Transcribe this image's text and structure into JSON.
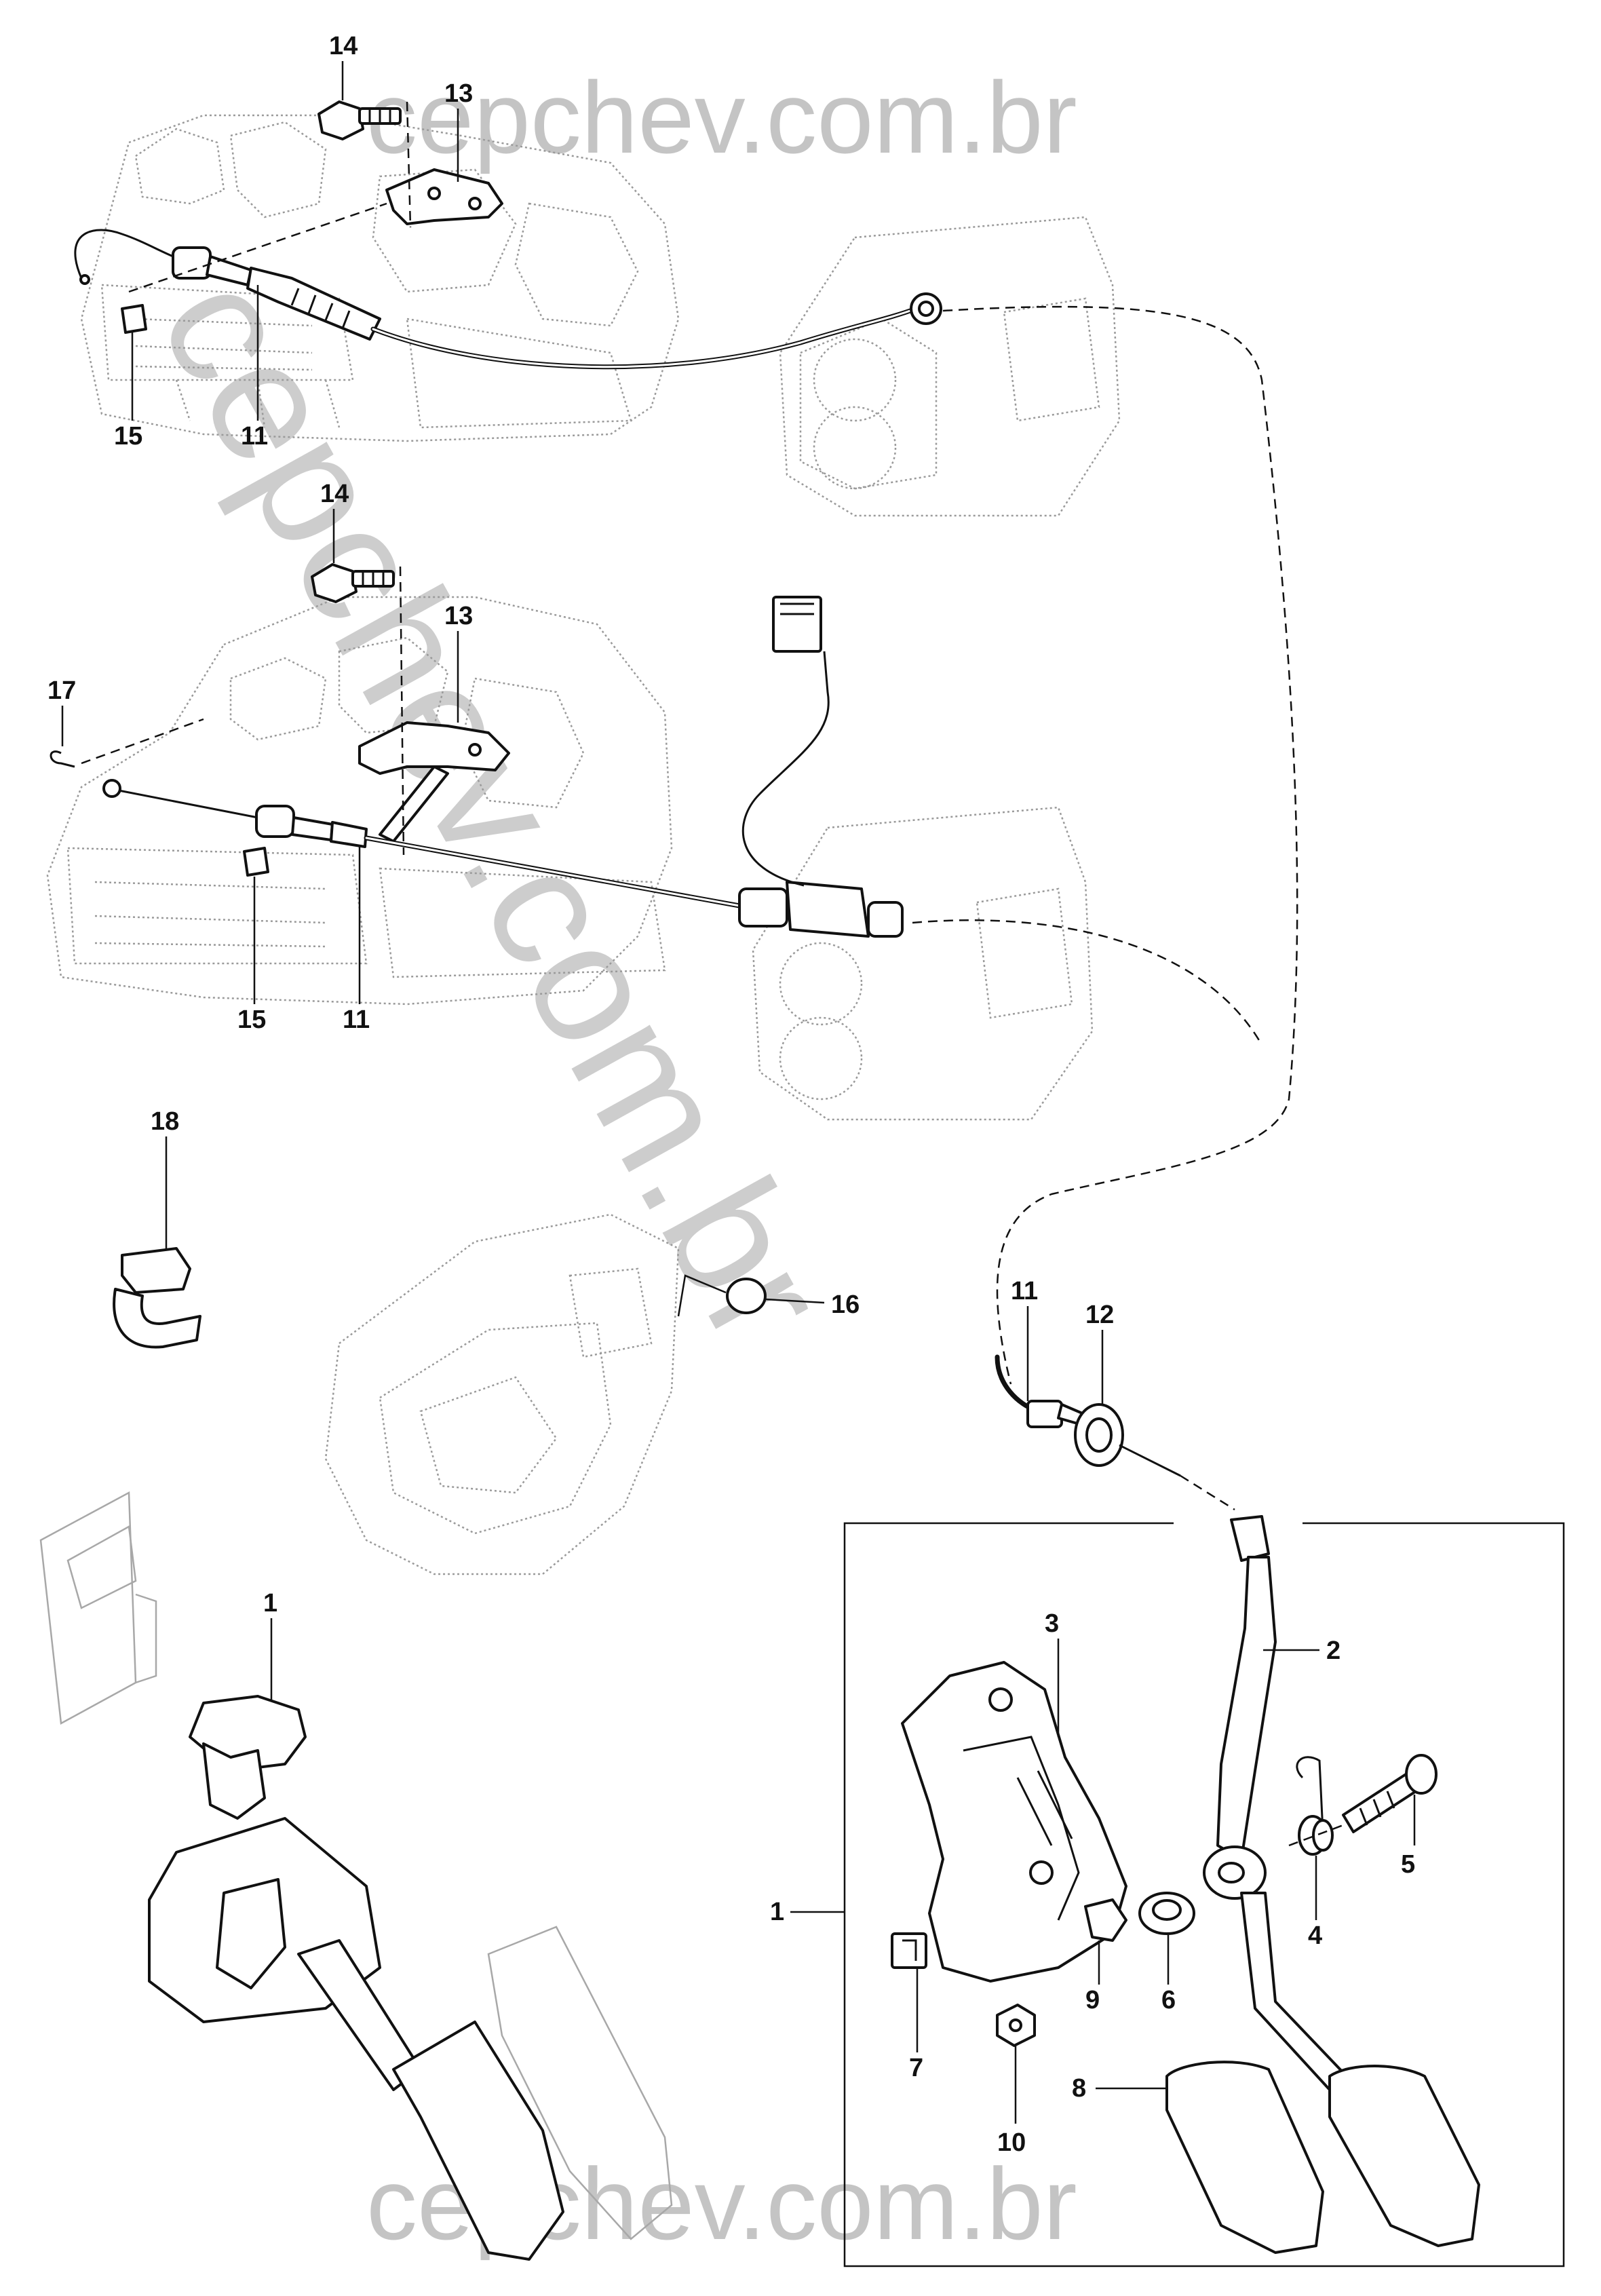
{
  "watermark": {
    "top": "cepchev.com.br",
    "diagonal": "cepchev.com.br",
    "bottom": "cepchev.com.br"
  },
  "callouts": {
    "top_14": "14",
    "top_13": "13",
    "top_15": "15",
    "top_11": "11",
    "mid_14": "14",
    "mid_13": "13",
    "mid_17": "17",
    "mid_15": "15",
    "mid_11": "11",
    "clip_18": "18",
    "grommet_16": "16",
    "cable_11": "11",
    "grommet_12": "12",
    "pedal_left_1": "1",
    "box_1": "1",
    "bracket_3": "3",
    "lever_2": "2",
    "pin_5": "5",
    "spring_4": "4",
    "stop_9": "9",
    "bushing_6": "6",
    "clip_7": "7",
    "nut_10": "10",
    "pad_8": "8"
  }
}
